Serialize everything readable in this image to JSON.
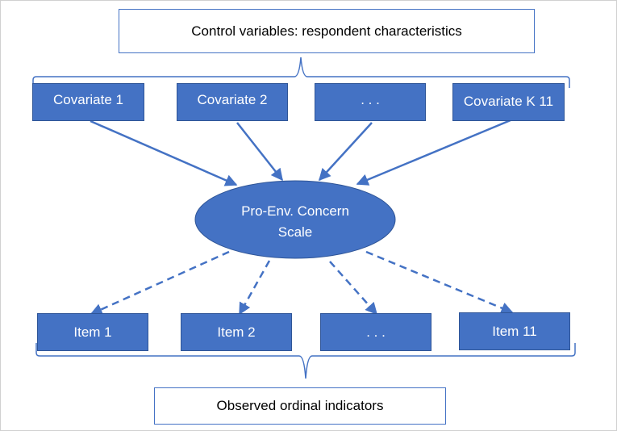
{
  "colors": {
    "node_fill": "#4472c4",
    "node_border": "#2f5597",
    "connector": "#4472c4"
  },
  "header_box": {
    "label": "Control variables: respondent characteristics"
  },
  "covariates": [
    {
      "label": "Covariate 1"
    },
    {
      "label": "Covariate 2"
    },
    {
      "label": ". . ."
    },
    {
      "label": "Covariate K 11"
    }
  ],
  "latent": {
    "line1": "Pro-Env. Concern",
    "line2": "Scale"
  },
  "items": [
    {
      "label": "Item 1"
    },
    {
      "label": "Item 2"
    },
    {
      "label": ". . ."
    },
    {
      "label": "Item 11"
    }
  ],
  "footer_box": {
    "label": "Observed ordinal indicators"
  }
}
